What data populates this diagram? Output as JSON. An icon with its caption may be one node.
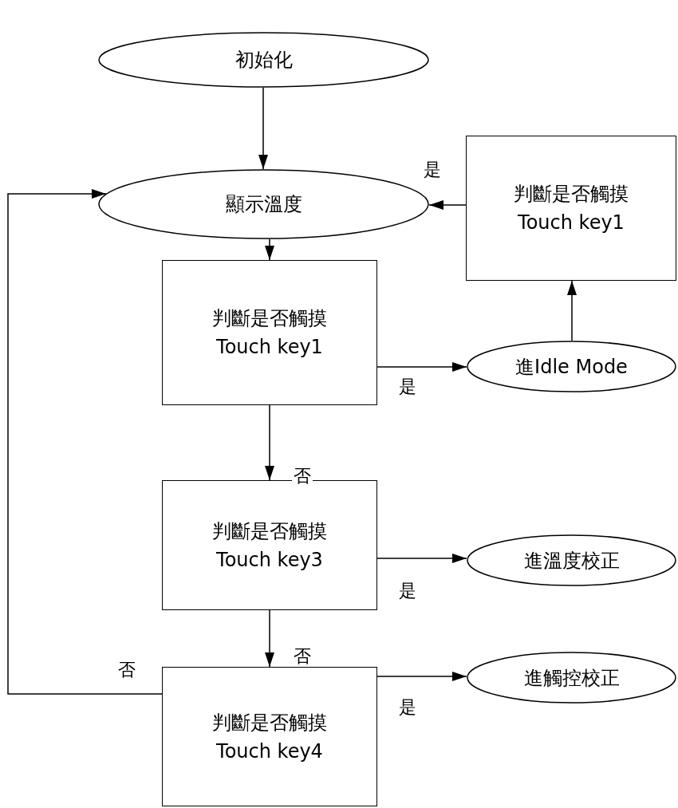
{
  "diagram": {
    "nodes": [
      {
        "text": [
          "初始化"
        ]
      },
      {
        "text": [
          "顯示溫度"
        ]
      },
      {
        "text": [
          "判斷是否觸摸 Touch key1"
        ]
      },
      {
        "text": [
          "判斷是否觸摸 Touch key1"
        ]
      },
      {
        "text": [
          "進Idle Mode"
        ]
      },
      {
        "text": [
          "判斷是否觸摸 Touch key3"
        ]
      },
      {
        "text": [
          "進溫度校正"
        ]
      },
      {
        "text": [
          "判斷是否觸摸 Touch key4"
        ]
      },
      {
        "text": [
          "進觸控校正"
        ]
      }
    ],
    "edges": [
      {
        "from": 0,
        "to": 1,
        "arrow": "to"
      },
      {
        "from": 1,
        "to": 3,
        "arrow": "to"
      },
      {
        "from": 3,
        "to": 4,
        "arrow": "to",
        "label": "是"
      },
      {
        "from": 4,
        "to": 2,
        "arrow": "to"
      },
      {
        "from": 2,
        "to": 1,
        "arrow": "to",
        "label": "是"
      },
      {
        "from": 3,
        "to": 5,
        "arrow": "to",
        "label": "否"
      },
      {
        "from": 5,
        "to": 6,
        "arrow": "to",
        "label": "是"
      },
      {
        "from": 5,
        "to": 7,
        "arrow": "to",
        "label": "否"
      },
      {
        "from": 7,
        "to": 8,
        "arrow": "to",
        "label": "是"
      },
      {
        "from": 7,
        "to": 1,
        "arrow": "to",
        "label": "否"
      }
    ]
  }
}
